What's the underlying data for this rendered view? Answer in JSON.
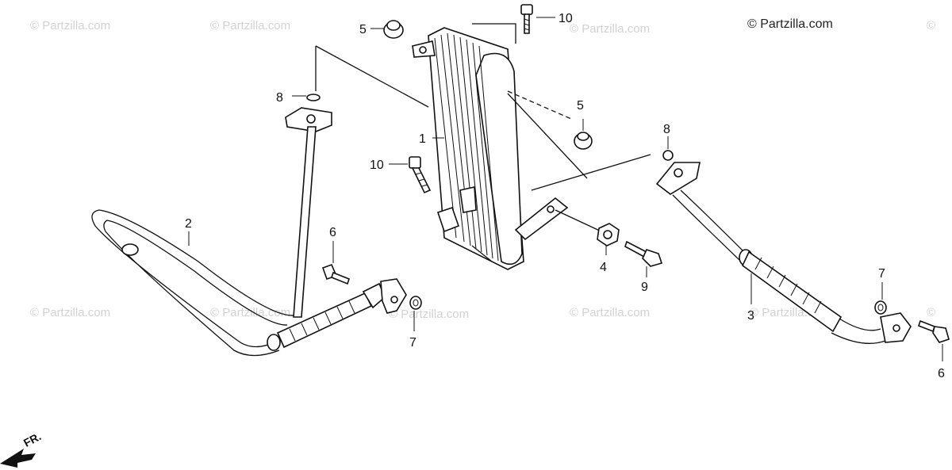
{
  "watermarks": {
    "brand": "© Partzilla.com",
    "repeated": "© Partzilla.com"
  },
  "callouts": {
    "p1": "1",
    "p2": "2",
    "p3": "3",
    "p4": "4",
    "p5a": "5",
    "p5b": "5",
    "p6a": "6",
    "p6b": "6",
    "p7a": "7",
    "p7b": "7",
    "p8a": "8",
    "p8b": "8",
    "p9": "9",
    "p10a": "10",
    "p10b": "10"
  },
  "direction_marker": "FR."
}
